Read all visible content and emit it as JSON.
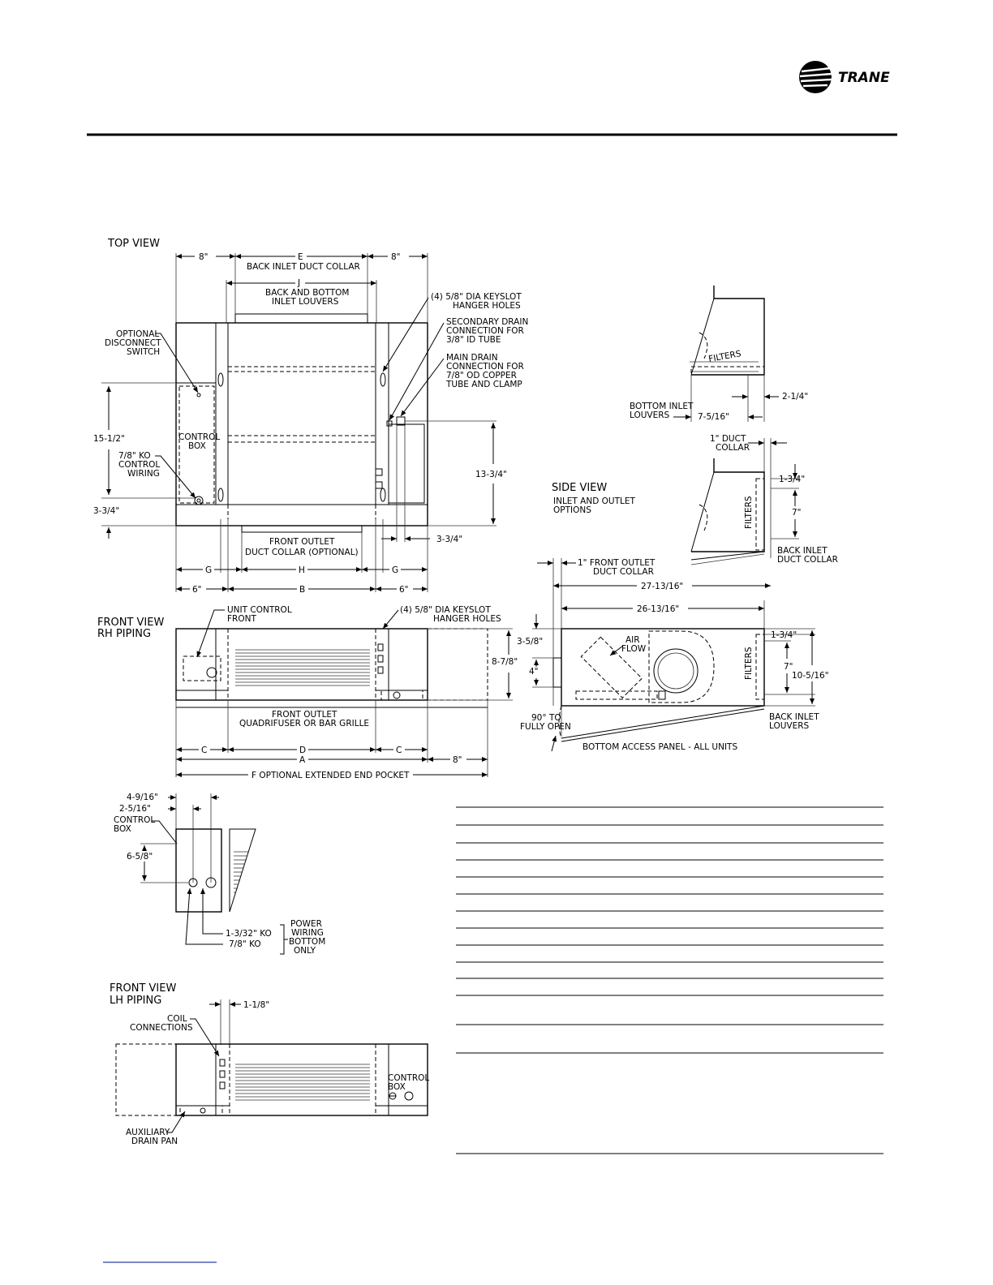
{
  "header": {
    "brand": "TRANE",
    "logo_icon": "trane-globe-logo"
  },
  "top_view": {
    "title": "TOP VIEW",
    "dim_8_left": "8\"",
    "dim_e": "E",
    "dim_8_right": "8\"",
    "back_inlet_duct_collar": "BACK INLET DUCT COLLAR",
    "dim_j": "J",
    "back_bottom_louvers_1": "BACK AND BOTTOM",
    "back_bottom_louvers_2": "INLET LOUVERS",
    "keyslot_1": "(4) 5/8\" DIA KEYSLOT",
    "keyslot_2": "HANGER HOLES",
    "sec_drain_1": "SECONDARY DRAIN",
    "sec_drain_2": "CONNECTION FOR",
    "sec_drain_3": "3/8\" ID TUBE",
    "main_drain_1": "MAIN DRAIN",
    "main_drain_2": "CONNECTION FOR",
    "main_drain_3": "7/8\" OD COPPER",
    "main_drain_4": "TUBE AND CLAMP",
    "opt_disc_1": "OPTIONAL",
    "opt_disc_2": "DISCONNECT",
    "opt_disc_3": "SWITCH",
    "control_box_1": "CONTROL",
    "control_box_2": "BOX",
    "dim_15_5": "15-1/2\"",
    "ko_1": "7/8\" KO",
    "ko_2": "CONTROL",
    "ko_3": "WIRING",
    "dim_3_75_left": "3-3/4\"",
    "dim_13_75": "13-3/4\"",
    "dim_3_75_right": "3-3/4\"",
    "front_outlet_1": "FRONT OUTLET",
    "front_outlet_2": "DUCT COLLAR (OPTIONAL)",
    "dim_g_left": "G",
    "dim_h": "H",
    "dim_g_right": "G",
    "dim_6_left": "6\"",
    "dim_b": "B",
    "dim_6_right": "6\""
  },
  "front_view_rh": {
    "title_1": "FRONT VIEW",
    "title_2": "RH PIPING",
    "unit_control_1": "UNIT CONTROL",
    "unit_control_2": "FRONT",
    "keyslot_1": "(4) 5/8\" DIA KEYSLOT",
    "keyslot_2": "HANGER HOLES",
    "dim_3_58": "3-5/8\"",
    "dim_8_78": "8-7/8\"",
    "front_outlet_1": "FRONT OUTLET",
    "front_outlet_2": "QUADRIFUSER OR BAR GRILLE",
    "dim_c_left": "C",
    "dim_d": "D",
    "dim_c_right": "C",
    "dim_a": "A",
    "dim_8": "8\"",
    "dim_f": "F  OPTIONAL  EXTENDED  END  POCKET"
  },
  "side_view_top": {
    "filters": "FILTERS",
    "bottom_inlet_1": "BOTTOM INLET",
    "bottom_inlet_2": "LOUVERS",
    "dim_2_14": "2-1/4\"",
    "dim_7_516": "7-5/16\""
  },
  "side_view_mid": {
    "duct_collar_1": "1\" DUCT",
    "duct_collar_2": "COLLAR",
    "title": "SIDE VIEW",
    "subtitle_1": "INLET AND OUTLET",
    "subtitle_2": "OPTIONS",
    "dim_1_34": "1-3/4\"",
    "filters": "FILTERS",
    "dim_7": "7\"",
    "back_inlet_1": "BACK INLET",
    "back_inlet_2": "DUCT COLLAR"
  },
  "side_view_main": {
    "front_outlet_1": "1\" FRONT OUTLET",
    "front_outlet_2": "DUCT COLLAR",
    "dim_27": "27-13/16\"",
    "dim_26": "26-13/16\"",
    "dim_3_58": "3-5/8\"",
    "dim_4": "4\"",
    "air_flow_1": "AIR",
    "air_flow_2": "FLOW",
    "filters": "FILTERS",
    "dim_1_34": "1-3/4\"",
    "dim_7": "7\"",
    "dim_10_516": "10-5/16\"",
    "angle_1": "90° TO",
    "angle_2": "FULLY OPEN",
    "back_louvers_1": "BACK INLET",
    "back_louvers_2": "LOUVERS",
    "access_panel": "BOTTOM ACCESS PANEL - ALL UNITS"
  },
  "control_box_detail": {
    "dim_4_916": "4-9/16\"",
    "dim_2_516": "2-5/16\"",
    "control_box_1": "CONTROL",
    "control_box_2": "BOX",
    "dim_6_58": "6-5/8\"",
    "ko_large": "1-3/32\" KO",
    "ko_small": "7/8\" KO",
    "power_1": "POWER",
    "power_2": "WIRING",
    "power_3": "BOTTOM",
    "power_4": "ONLY"
  },
  "front_view_lh": {
    "title_1": "FRONT VIEW",
    "title_2": "LH PIPING",
    "coil_1": "COIL",
    "coil_2": "CONNECTIONS",
    "dim_1_18": "1-1/8\"",
    "control_box_1": "CONTROL",
    "control_box_2": "BOX",
    "aux_drain_1": "AUXILIARY",
    "aux_drain_2": "DRAIN PAN"
  }
}
